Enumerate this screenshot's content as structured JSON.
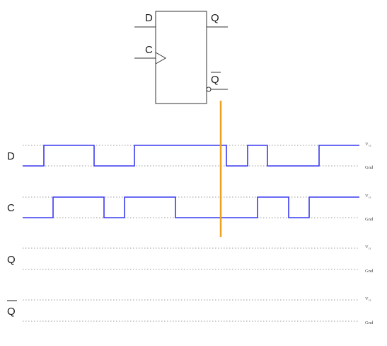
{
  "flipflop": {
    "pin_d": "D",
    "pin_c": "C",
    "pin_q": "Q",
    "pin_qbar": "Q"
  },
  "rows": [
    {
      "label": "D",
      "overline": false,
      "vcc": "V",
      "vcc_sub": "cc",
      "gnd": "Gnd",
      "waveform": [
        "L",
        "H",
        "H",
        "L",
        "L",
        "H",
        "H",
        "H",
        "H",
        "L",
        "H",
        "L",
        "L",
        "H",
        "H"
      ],
      "transitions_x": [
        62,
        133,
        190,
        320,
        350,
        378,
        451
      ]
    },
    {
      "label": "C",
      "overline": false,
      "vcc": "V",
      "vcc_sub": "cc",
      "gnd": "Gnd",
      "transitions_x": [
        75,
        147,
        176,
        248,
        364,
        408,
        437
      ]
    },
    {
      "label": "Q",
      "overline": false,
      "vcc": "V",
      "vcc_sub": "cc",
      "gnd": "Gnd"
    },
    {
      "label": "Q",
      "overline": true,
      "vcc": "V",
      "vcc_sub": "cc",
      "gnd": "Gnd"
    }
  ],
  "colors": {
    "signal": "#3a3af0",
    "cursor": "#f0a020",
    "gridline": "#999999",
    "outline": "#333333"
  }
}
